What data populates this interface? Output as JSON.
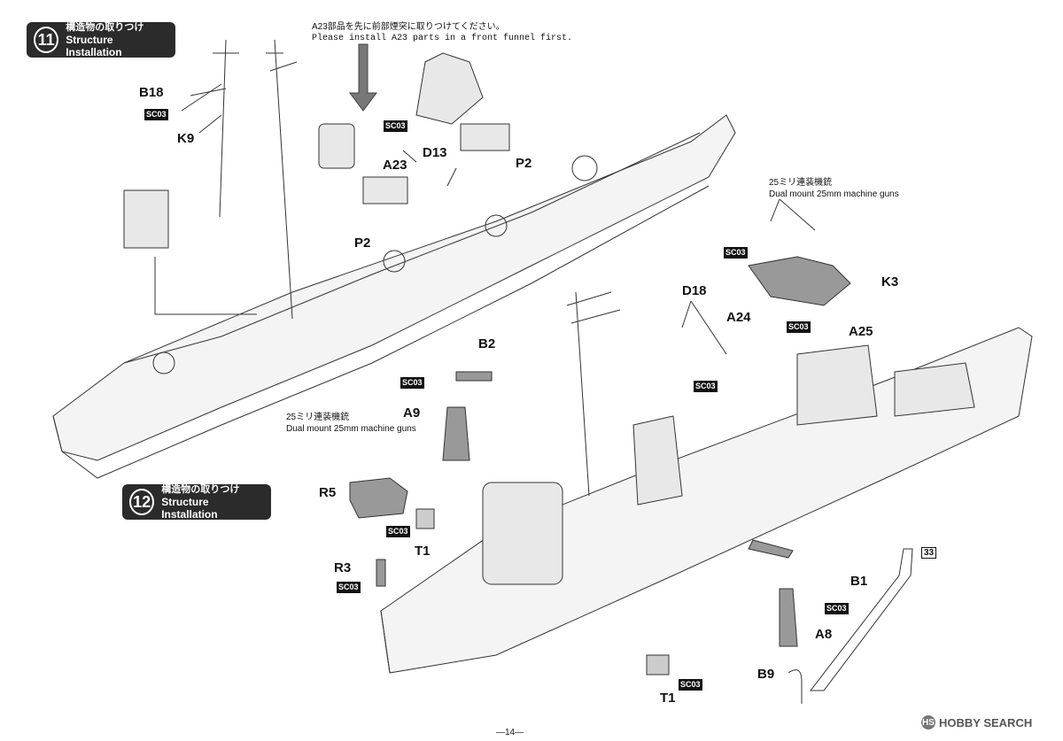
{
  "step11": {
    "number": "11",
    "title_jp": "構造物の取りつけ",
    "title_en": "Structure Installation"
  },
  "step12": {
    "number": "12",
    "title_jp": "構造物の取りつけ",
    "title_en": "Structure Installation"
  },
  "notes": {
    "funnel_jp": "A23部品を先に前部煙突に取りつけてください。",
    "funnel_en": "Please install A23 parts in a front funnel first.",
    "mg_jp": "25ミリ連装機銃",
    "mg_en": "Dual mount 25mm machine guns"
  },
  "labels": {
    "b18": "B18",
    "k9": "K9",
    "a23": "A23",
    "d13": "D13",
    "p2a": "P2",
    "p2b": "P2",
    "k3": "K3",
    "d18": "D18",
    "a24": "A24",
    "a25": "A25",
    "b2": "B2",
    "a9": "A9",
    "r5": "R5",
    "t1a": "T1",
    "r3": "R3",
    "b1": "B1",
    "a8": "A8",
    "b9": "B9",
    "t1b": "T1"
  },
  "paint_code": "SC03",
  "ref_badge": "33",
  "page_number": "—14—",
  "watermark": {
    "logo": "HS",
    "text": "HOBBY SEARCH"
  }
}
